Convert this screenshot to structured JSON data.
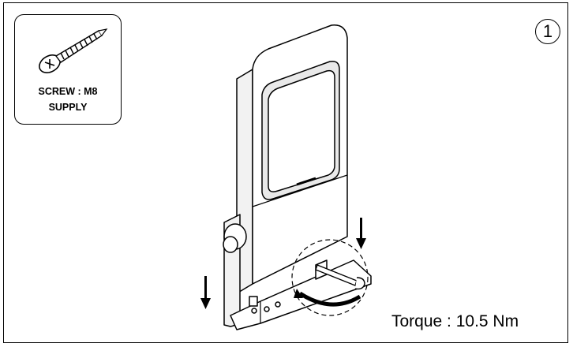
{
  "screw": {
    "line1": "SCREW : M8",
    "line2": "SUPPLY"
  },
  "step": {
    "number": "1"
  },
  "torque": {
    "label": "Torque : 10.5 Nm"
  },
  "icons": [
    "screw-icon",
    "down-arrow-icon",
    "curved-arrow-icon"
  ]
}
